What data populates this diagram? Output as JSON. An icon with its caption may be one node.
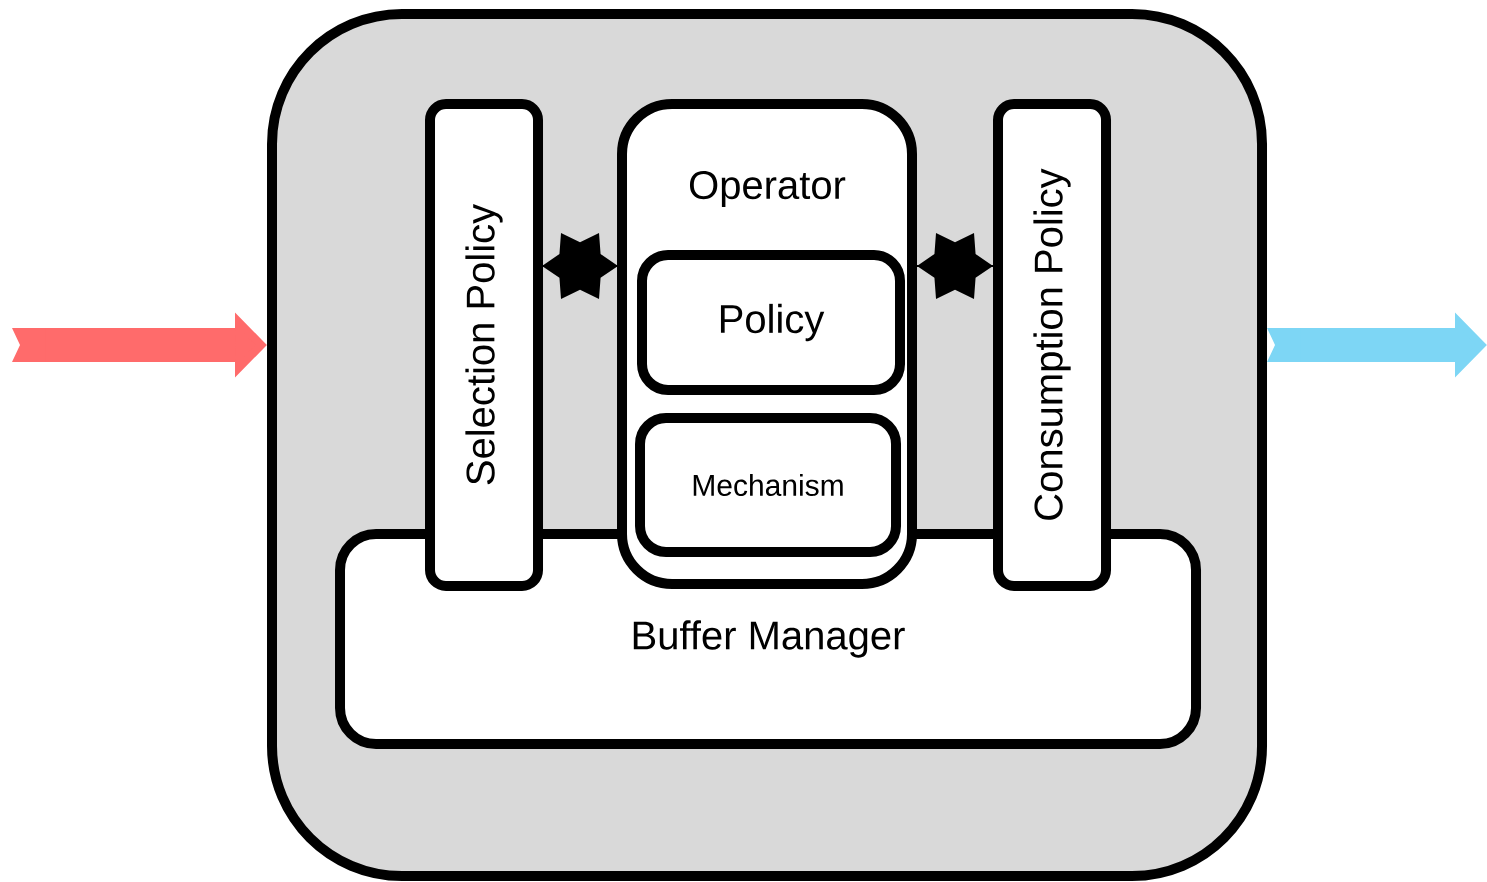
{
  "diagram": {
    "nodes": [
      {
        "text": [],
        "shape": "box"
      },
      {
        "text": [
          "Selection Policy"
        ],
        "in": 0
      },
      {
        "text": [
          "Operator"
        ],
        "in": 0
      },
      {
        "text": [
          "Policy"
        ],
        "in": 2
      },
      {
        "text": [
          "Mechanism"
        ],
        "in": 2
      },
      {
        "text": [
          "Consumption Policy"
        ],
        "in": 0
      },
      {
        "text": [
          "Buffer Manager"
        ],
        "in": 0
      }
    ],
    "edges": [
      {
        "from": 1,
        "to": 2,
        "arrow": "none"
      },
      {
        "from": 2,
        "to": 5,
        "arrow": "none"
      },
      {
        "from": null,
        "to": 0,
        "arrow": "to",
        "color": "#ff6b6b",
        "style": "thick"
      },
      {
        "from": 0,
        "to": null,
        "arrow": "to",
        "color": "#7dd6f5",
        "style": "thick"
      }
    ]
  }
}
